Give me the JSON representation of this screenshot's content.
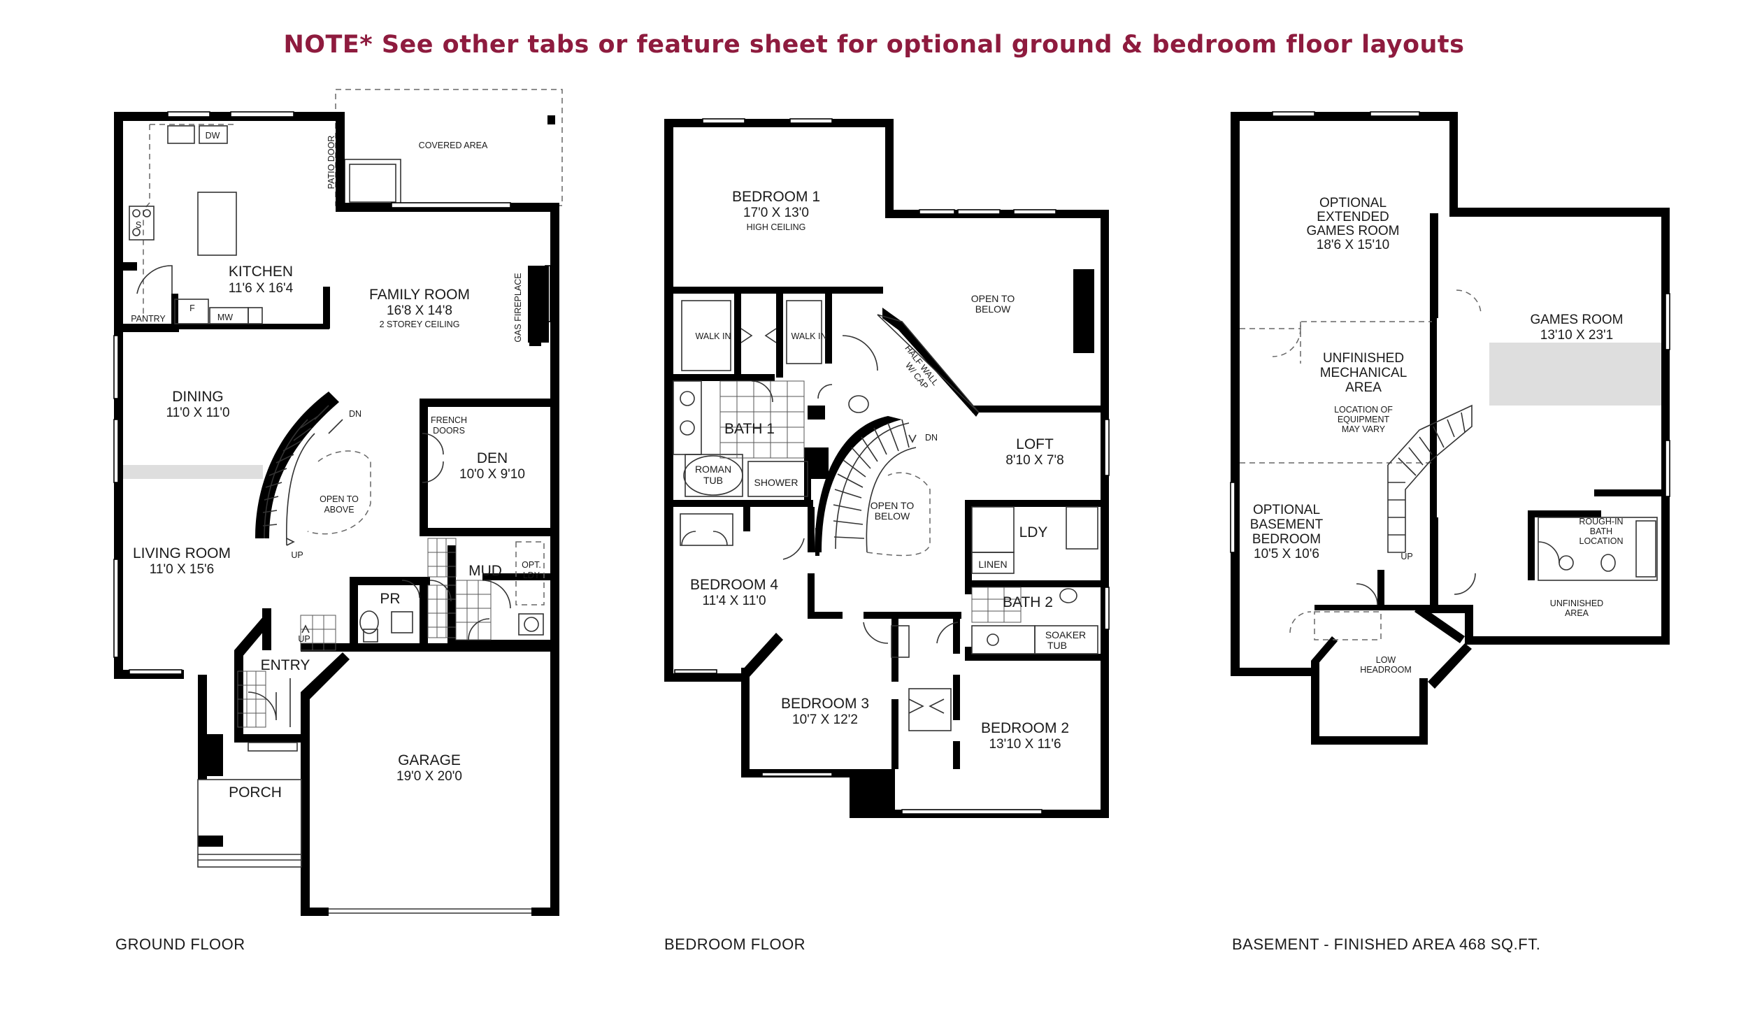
{
  "note": "NOTE* See other tabs or feature sheet for optional ground & bedroom floor layouts",
  "captions": {
    "ground": "GROUND FLOOR",
    "bedroom": "BEDROOM FLOOR",
    "basement": "BASEMENT -  FINISHED AREA 468 SQ.FT."
  },
  "ground": {
    "covered": "COVERED AREA",
    "patio_door": "PATIO DOOR",
    "dw": "DW",
    "sink": "S",
    "kitchen": "KITCHEN",
    "kitchen_dim": "11'6 X 16'4",
    "pantry": "PANTRY",
    "fridge": "F",
    "mw": "MW",
    "family": "FAMILY ROOM",
    "family_dim": "16'8 X 14'8",
    "family_note": "2 STOREY CEILING",
    "fireplace": "GAS FIREPLACE",
    "dining": "DINING",
    "dining_dim": "11'0 X 11'0",
    "dn": "DN",
    "open_to": "OPEN TO",
    "above": "ABOVE",
    "up": "UP",
    "french": "FRENCH",
    "doors": "DOORS",
    "den": "DEN",
    "den_dim": "10'0 X 9'10",
    "living": "LIVING ROOM",
    "living_dim": "11'0 X 15'6",
    "mud": "MUD",
    "opt": "OPT.",
    "ldy": "LDY",
    "pr": "PR",
    "entry_up": "UP",
    "entry": "ENTRY",
    "garage": "GARAGE",
    "garage_dim": "19'0 X 20'0",
    "porch": "PORCH"
  },
  "bedroom": {
    "bed1": "BEDROOM 1",
    "bed1_dim": "17'0 X 13'0",
    "bed1_note": "HIGH CEILING",
    "open_to": "OPEN TO",
    "below": "BELOW",
    "walk_in_1": "WALK IN",
    "walk_in_2": "WALK IN",
    "half_wall_1": "HALF WALL",
    "half_wall_2": "W/ CAP",
    "bath1": "BATH 1",
    "dn": "DN",
    "loft": "LOFT",
    "loft_dim": "8'10 X 7'8",
    "roman": "ROMAN",
    "tub": "TUB",
    "shower": "SHOWER",
    "open_to_2": "OPEN TO",
    "below_2": "BELOW",
    "ldy": "LDY",
    "linen": "LINEN",
    "bed4": "BEDROOM 4",
    "bed4_dim": "11'4 X 11'0",
    "bath2": "BATH 2",
    "soaker": "SOAKER",
    "soaker_tub": "TUB",
    "bed3": "BEDROOM 3",
    "bed3_dim": "10'7 X 12'2",
    "bed2": "BEDROOM 2",
    "bed2_dim": "13'10 X 11'6"
  },
  "basement": {
    "optional": "OPTIONAL",
    "extended": "EXTENDED",
    "games_room": "GAMES ROOM",
    "ext_dim": "18'6 X 15'10",
    "games": "GAMES ROOM",
    "games_dim": "13'10 X 23'1",
    "unfinished": "UNFINISHED",
    "mechanical": "MECHANICAL",
    "area": "AREA",
    "loc1": "LOCATION OF",
    "loc2": "EQUIPMENT",
    "loc3": "MAY VARY",
    "opt_b": "OPTIONAL",
    "basement": "BASEMENT",
    "bedroom": "BEDROOM",
    "bedroom_dim": "10'5 X 10'6",
    "roughin1": "ROUGH-IN",
    "roughin2": "BATH",
    "roughin3": "LOCATION",
    "up": "UP",
    "unfin2a": "UNFINISHED",
    "unfin2b": "AREA",
    "low1": "LOW",
    "low2": "HEADROOM"
  }
}
